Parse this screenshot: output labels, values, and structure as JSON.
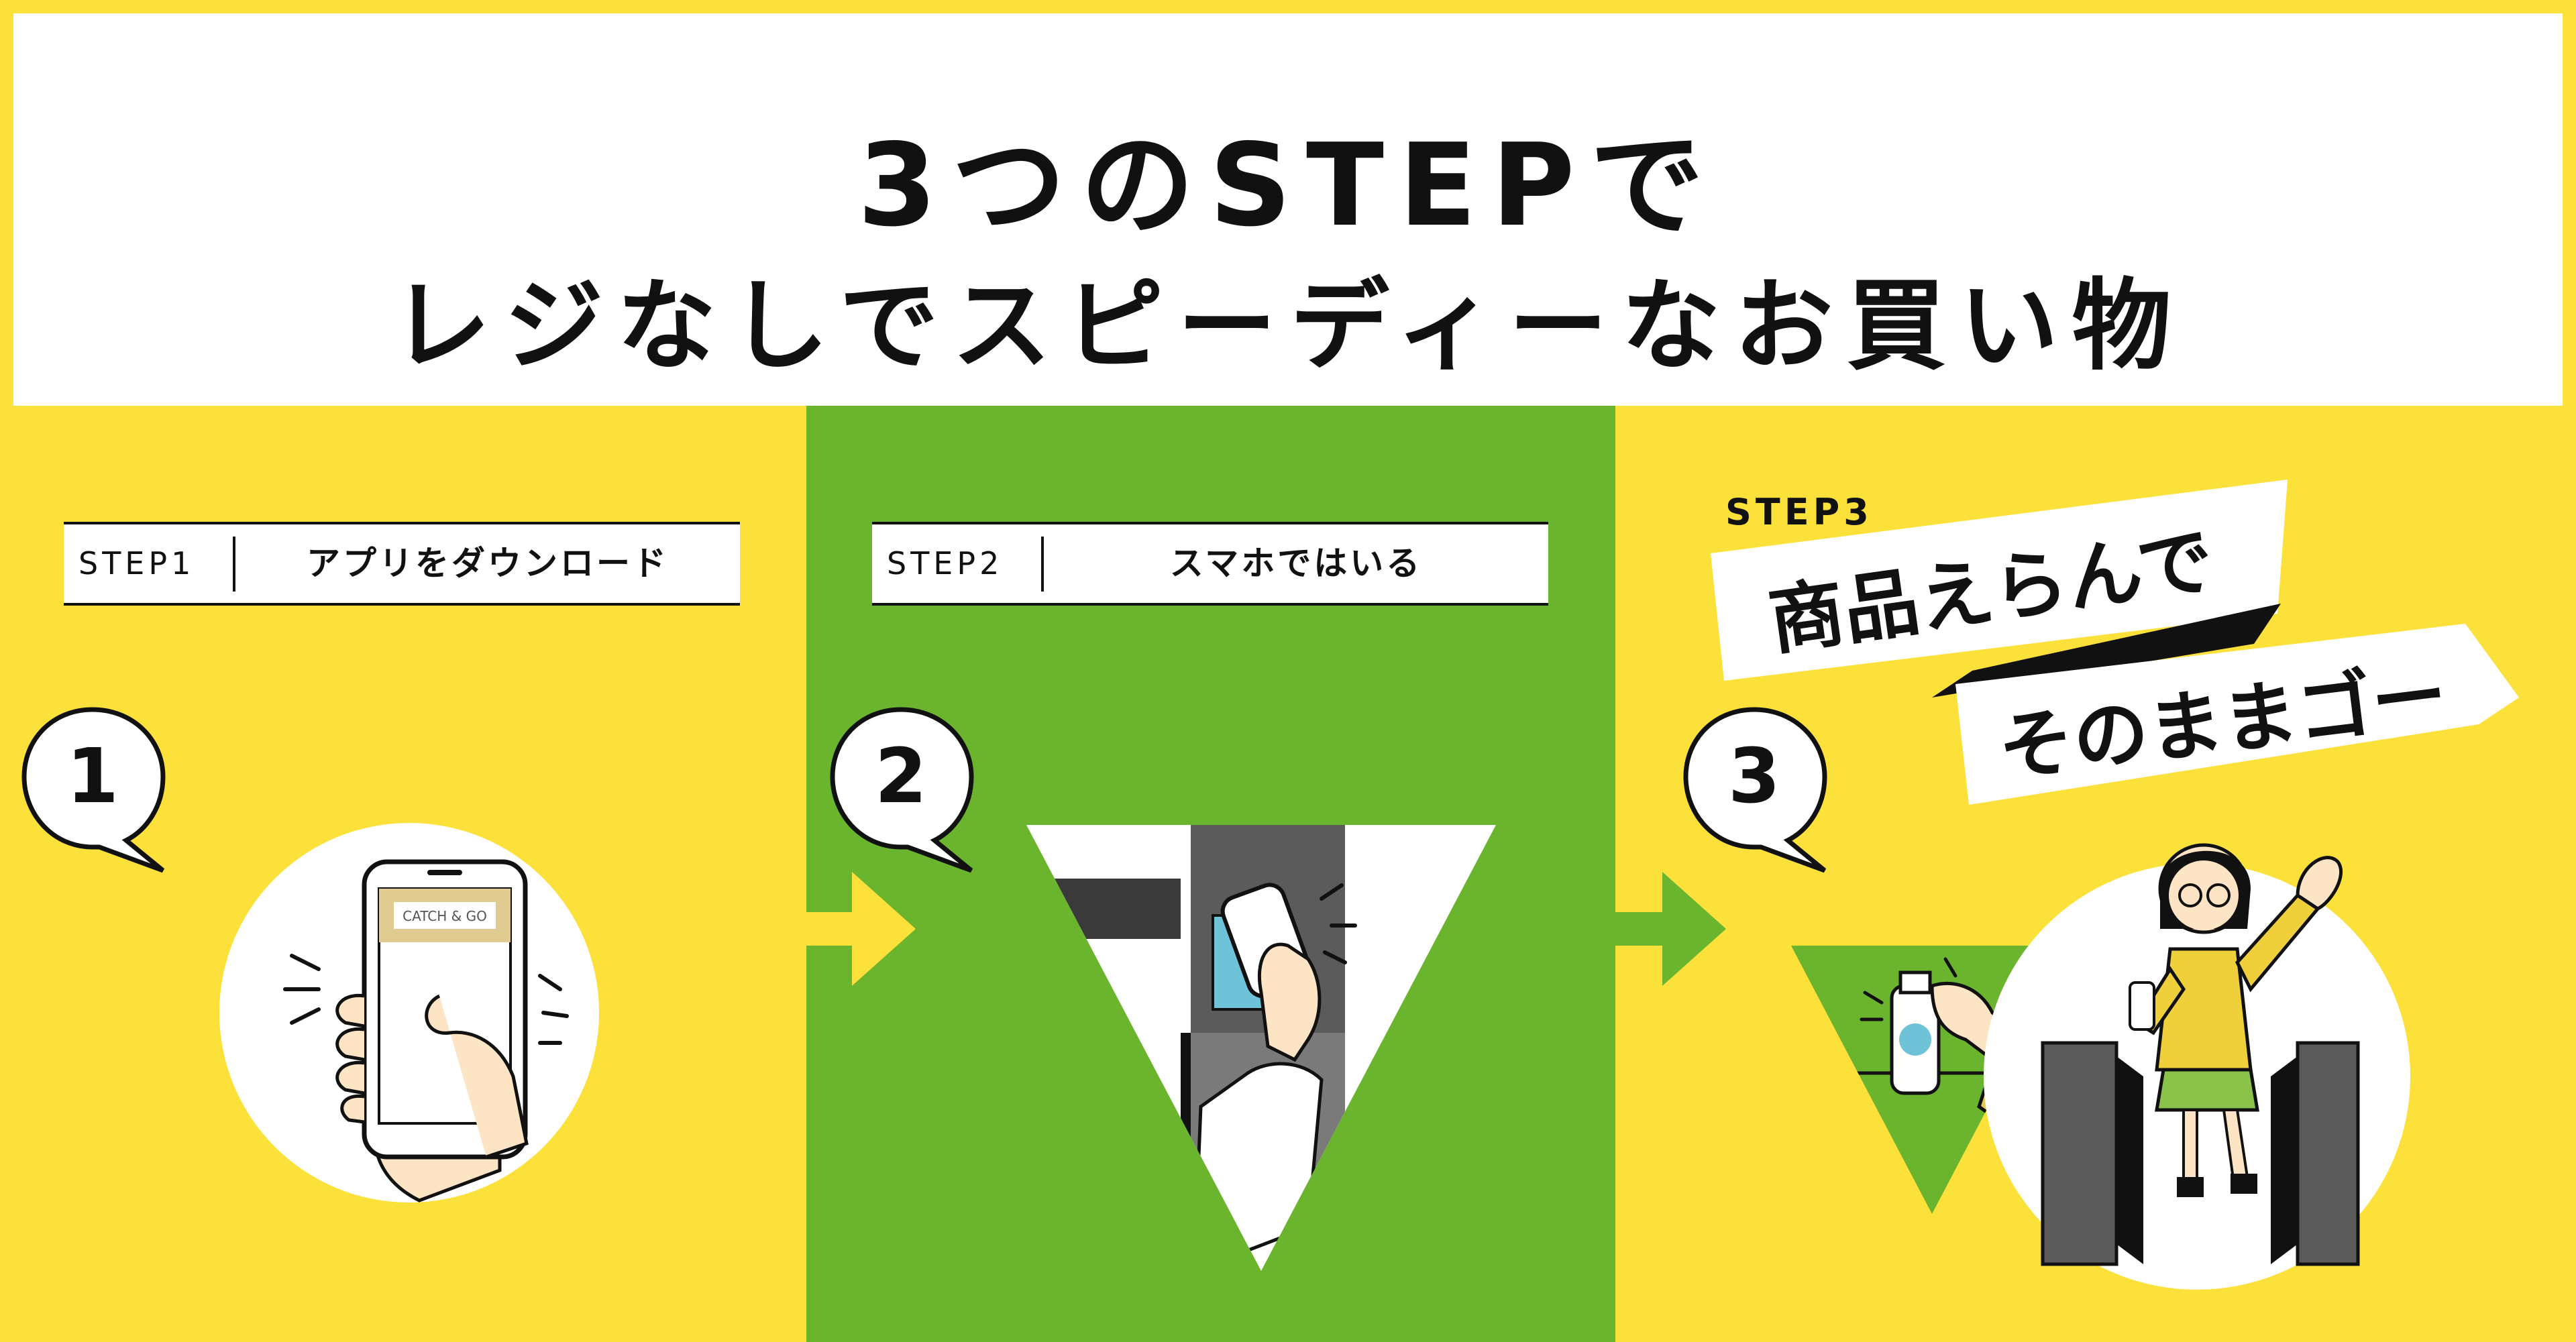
{
  "header": {
    "title_line1": "3つのSTEPで",
    "title_line2": "レジなしでスピーディーなお買い物"
  },
  "steps": [
    {
      "number": "1",
      "label": "STEP1",
      "text": "アプリをダウンロード"
    },
    {
      "number": "2",
      "label": "STEP2",
      "text": "スマホではいる"
    },
    {
      "number": "3",
      "label": "STEP3",
      "text_line1": "商品えらんで",
      "text_line2": "そのままゴー"
    }
  ],
  "app_logo_text": "CATCH & GO",
  "colors": {
    "yellow": "#FDE13B",
    "green": "#6BB42E",
    "white": "#FFFFFF",
    "black": "#111111"
  },
  "icons": [
    "smartphone-icon",
    "gate-tap-icon",
    "pick-item-icon",
    "walk-out-icon",
    "arrow-right-icon"
  ]
}
